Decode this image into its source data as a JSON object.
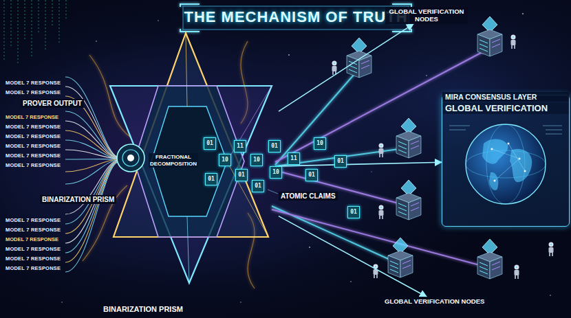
{
  "diagram": {
    "title": "THE MECHANISM OF TRUTH",
    "nodes": [
      {
        "text": [
          "FRACTIONAL DECOMPOSITION",
          "BINARIZATION PRISM"
        ]
      },
      {
        "text": [
          "GLOBAL VERIFICATION NODES"
        ]
      },
      {
        "text": [
          "GLOBAL VERIFICATION",
          "MIRA CONSENSUS LAYER"
        ]
      },
      {
        "text": [
          "GLOBAL VERIFICATION NODES"
        ]
      }
    ],
    "edges": [
      {
        "from": 0,
        "to": 1,
        "arrow": "to"
      },
      {
        "from": 0,
        "to": 2,
        "arrow": "to"
      },
      {
        "from": 0,
        "to": 3,
        "arrow": "to"
      }
    ],
    "labels": [
      "PROVER OUTPUT",
      "MODEL 7 RESPONSE",
      "MODEL 7 RESPONSE",
      "MODEL 7 RESPONSE",
      "MODEL 7 RESPONSE",
      "MODEL 7 RESPONSE",
      "MODEL 7 RESPONSE",
      "MODEL 7 RESPONSE",
      "MODEL 7 RESPONSE",
      "MODEL 7 RESPONSE",
      "MODEL 7 RESPONSE",
      "MODEL 7 RESPONSE",
      "MODEL 7 RESPONSE",
      "MODEL 7 RESPONSE",
      "MODEL 7 RESPONSE",
      "BINARIZATION PRISM",
      "ATOMIC CLAIMS",
      "01",
      "10",
      "01",
      "11",
      "01",
      "10",
      "01",
      "01",
      "10",
      "11",
      "01",
      "10",
      "01",
      "01"
    ]
  }
}
